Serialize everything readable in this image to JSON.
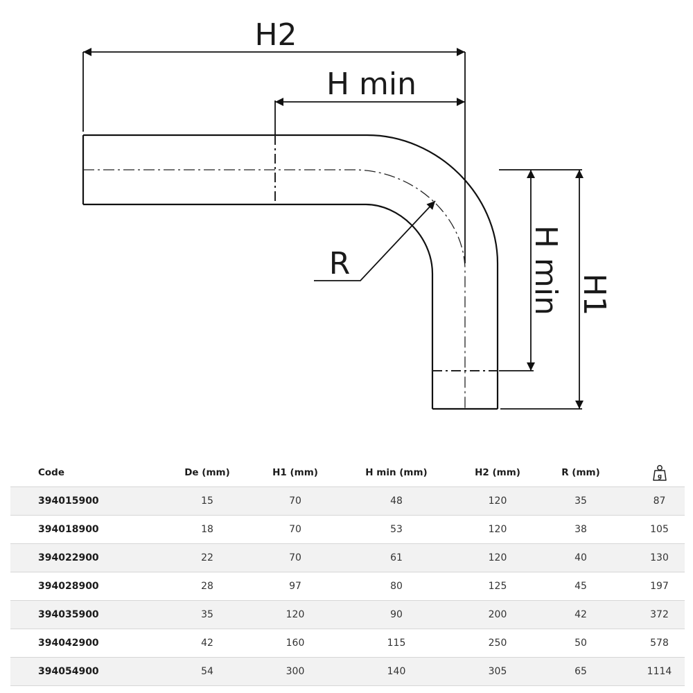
{
  "diagram": {
    "labels": {
      "h2": "H2",
      "h_min_horizontal": "H min",
      "h_min_vertical": "H min",
      "h1": "H1",
      "radius": "R"
    }
  },
  "table": {
    "columns": [
      "Code",
      "De (mm)",
      "H1 (mm)",
      "H min (mm)",
      "H2 (mm)",
      "R (mm)"
    ],
    "weight_column_icon": "weight-icon",
    "rows": [
      [
        "394015900",
        "15",
        "70",
        "48",
        "120",
        "35",
        "87"
      ],
      [
        "394018900",
        "18",
        "70",
        "53",
        "120",
        "38",
        "105"
      ],
      [
        "394022900",
        "22",
        "70",
        "61",
        "120",
        "40",
        "130"
      ],
      [
        "394028900",
        "28",
        "97",
        "80",
        "125",
        "45",
        "197"
      ],
      [
        "394035900",
        "35",
        "120",
        "90",
        "200",
        "42",
        "372"
      ],
      [
        "394042900",
        "42",
        "160",
        "115",
        "250",
        "50",
        "578"
      ],
      [
        "394054900",
        "54",
        "300",
        "140",
        "305",
        "65",
        "1114"
      ]
    ]
  }
}
